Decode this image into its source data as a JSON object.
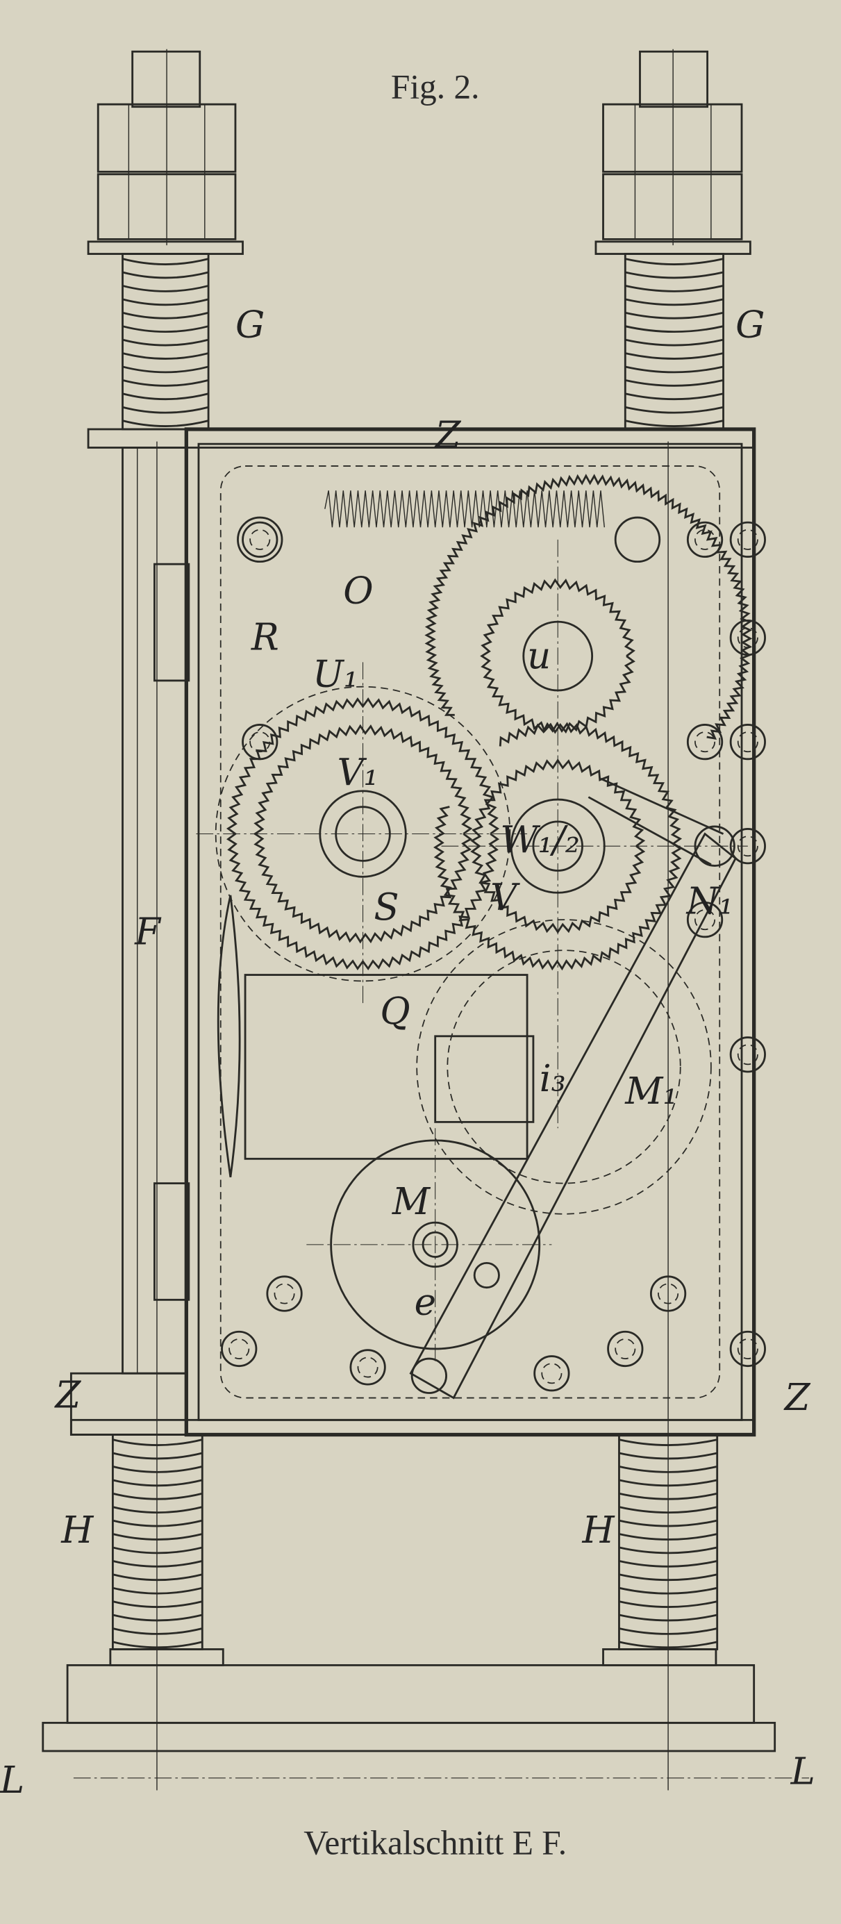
{
  "figure": {
    "title": "Fig. 2.",
    "caption": "Vertikalschnitt E F."
  },
  "labels": [
    {
      "id": "G-left",
      "text": "G"
    },
    {
      "id": "G-right",
      "text": "G"
    },
    {
      "id": "Z-top",
      "text": "Z"
    },
    {
      "id": "O",
      "text": "O"
    },
    {
      "id": "R",
      "text": "R"
    },
    {
      "id": "U1",
      "text": "U₁"
    },
    {
      "id": "V1",
      "text": "V₁"
    },
    {
      "id": "S",
      "text": "S"
    },
    {
      "id": "u",
      "text": "u"
    },
    {
      "id": "W",
      "text": "W₁/₂"
    },
    {
      "id": "V",
      "text": "V"
    },
    {
      "id": "N1",
      "text": "N₁"
    },
    {
      "id": "Q",
      "text": "Q"
    },
    {
      "id": "F",
      "text": "F"
    },
    {
      "id": "i3",
      "text": "i₃"
    },
    {
      "id": "M1",
      "text": "M₁"
    },
    {
      "id": "M",
      "text": "M"
    },
    {
      "id": "e",
      "text": "e"
    },
    {
      "id": "Z-left",
      "text": "Z"
    },
    {
      "id": "Z-right",
      "text": "Z"
    },
    {
      "id": "H-left",
      "text": "H"
    },
    {
      "id": "H-right",
      "text": "H"
    },
    {
      "id": "L-left",
      "text": "L"
    },
    {
      "id": "L-right",
      "text": "L"
    }
  ],
  "colors": {
    "paper": "#d8d4c2",
    "ink": "#2a2a26"
  }
}
